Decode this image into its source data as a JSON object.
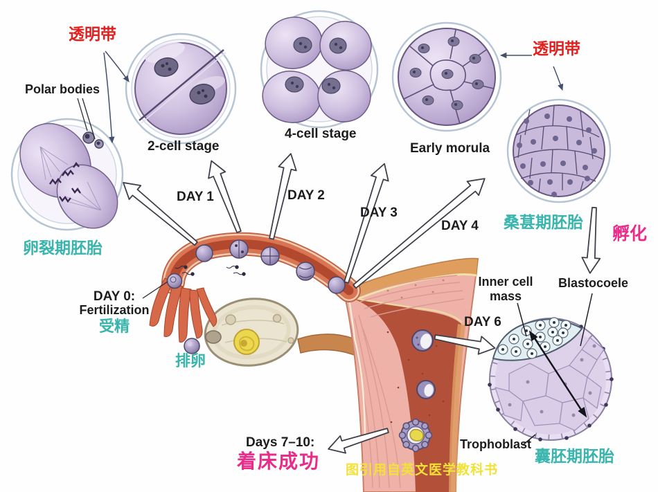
{
  "colors": {
    "teal": "#3ab5ad",
    "red": "#e3201d",
    "magenta": "#ea2b8a",
    "yellow": "#f2e136",
    "ink": "#1c1c1c"
  },
  "stage_labels": {
    "zona_pellucida_left": "透明带",
    "zona_pellucida_right": "透明带",
    "polar_bodies": "Polar bodies",
    "cleavage_embryo": "卵裂期胚胎",
    "two_cell_stage": "2-cell stage",
    "four_cell_stage": "4-cell stage",
    "early_morula": "Early morula",
    "morula_embryo": "桑葚期胚胎",
    "hatching": "孵化",
    "blastocyst_embryo": "囊胚期胚胎"
  },
  "blastocyst_labels": {
    "inner_cell_mass": "Inner cell mass",
    "blastocoele": "Blastocoele",
    "trophoblast": "Trophoblast"
  },
  "timeline": {
    "day0": "DAY 0:",
    "day0_event": "Fertilization",
    "fertilization": "受精",
    "ovulation": "排卵",
    "day1": "DAY 1",
    "day2": "DAY 2",
    "day3": "DAY 3",
    "day4": "DAY 4",
    "day6": "DAY 6",
    "days7_10": "Days 7–10:",
    "implantation_success": "着床成功"
  },
  "footnote": "图引用自英文医学教科书"
}
